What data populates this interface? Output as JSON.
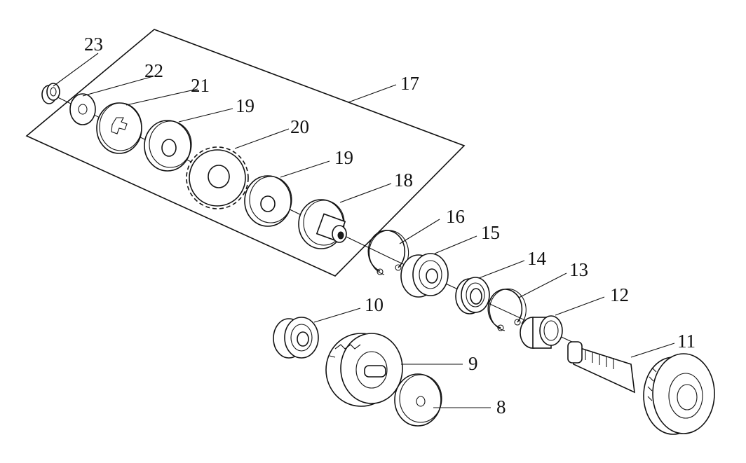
{
  "callouts": [
    {
      "id": "c23",
      "text": "23"
    },
    {
      "id": "c22",
      "text": "22"
    },
    {
      "id": "c21",
      "text": "21"
    },
    {
      "id": "c17",
      "text": "17"
    },
    {
      "id": "c19a",
      "text": "19"
    },
    {
      "id": "c20",
      "text": "20"
    },
    {
      "id": "c19b",
      "text": "19"
    },
    {
      "id": "c18",
      "text": "18"
    },
    {
      "id": "c16",
      "text": "16"
    },
    {
      "id": "c15",
      "text": "15"
    },
    {
      "id": "c14",
      "text": "14"
    },
    {
      "id": "c13",
      "text": "13"
    },
    {
      "id": "c12",
      "text": "12"
    },
    {
      "id": "c10",
      "text": "10"
    },
    {
      "id": "c11",
      "text": "11"
    },
    {
      "id": "c9",
      "text": "9"
    },
    {
      "id": "c8",
      "text": "8"
    }
  ]
}
